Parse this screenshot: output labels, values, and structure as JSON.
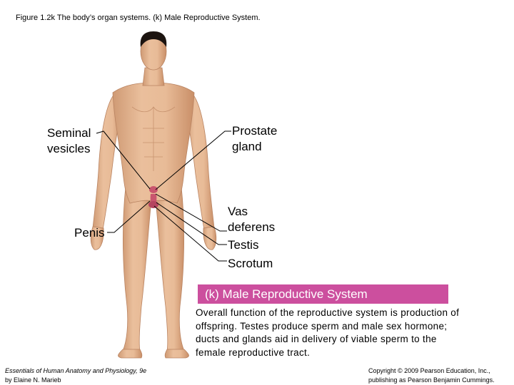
{
  "title": "Figure 1.2k The body’s organ systems. (k) Male Reproductive System.",
  "labels": {
    "seminal": [
      "Seminal",
      "vesicles"
    ],
    "prostate": [
      "Prostate",
      "gland"
    ],
    "penis": "Penis",
    "vas": [
      "Vas",
      "deferens"
    ],
    "testis": "Testis",
    "scrotum": "Scrotum"
  },
  "banner": "(k) Male Reproductive System",
  "description": "Overall function of the reproductive system is production of offspring. Testes produce sperm and male sex hormone; ducts and glands aid in delivery of viable sperm to the female reproductive tract.",
  "footer_left": {
    "book": "Essentials of Human Anatomy and Physiology, 9e",
    "author": "by Elaine N. Marieb"
  },
  "footer_right": {
    "line1": "Copyright © 2009 Pearson Education, Inc.,",
    "line2": "publishing as Pearson Benjamin Cummings."
  },
  "colors": {
    "banner": "#cc4f9e",
    "skin": "#e5b48f",
    "skin_shadow": "#c98f68",
    "hair": "#1c1410",
    "organ": "#c9556e"
  }
}
